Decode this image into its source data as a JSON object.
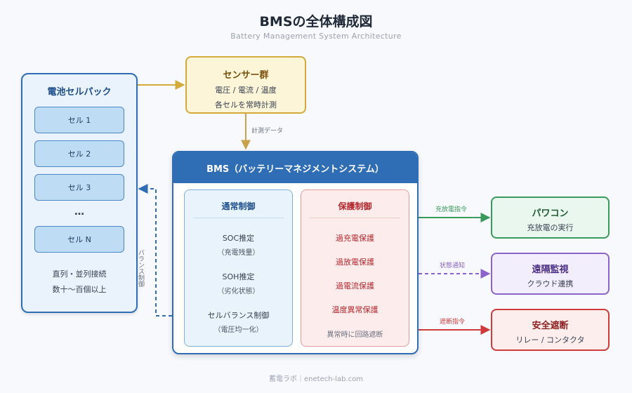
{
  "title": "BMSの全体構成図",
  "subtitle": "Battery Management System Architecture",
  "cell_pack": {
    "title": "電池セルパック",
    "cells": [
      "セル 1",
      "セル 2",
      "セル 3"
    ],
    "ellipsis": "…",
    "last_cell": "セル N",
    "notes": [
      "直列・並列接続",
      "数十〜百個以上"
    ]
  },
  "sensors": {
    "title": "センサー群",
    "lines": [
      "電圧 / 電流 / 温度",
      "各セルを常時計測"
    ]
  },
  "bms": {
    "title": "BMS（バッテリーマネジメントシステム）",
    "normal": {
      "title": "通常制御",
      "items": [
        {
          "label": "SOC推定",
          "sub": "（充電残量）"
        },
        {
          "label": "SOH推定",
          "sub": "（劣化状態）"
        },
        {
          "label": "セルバランス制御",
          "sub": "（電圧均一化）"
        }
      ]
    },
    "protection": {
      "title": "保護制御",
      "items": [
        "過充電保護",
        "過放電保護",
        "過電流保護",
        "温度異常保護"
      ],
      "note": "異常時に回路遮断"
    }
  },
  "targets": {
    "pcs": {
      "title": "パワコン",
      "sub": "充放電の実行"
    },
    "monitor": {
      "title": "遠隔監視",
      "sub": "クラウド連携"
    },
    "safety": {
      "title": "安全遮断",
      "sub": "リレー / コンタクタ"
    }
  },
  "connections": {
    "measurement": "計測データ",
    "balance": "バランス制御",
    "charge_cmd": "充放電指令",
    "status": "状態通知",
    "cutoff_cmd": "遮断指令"
  },
  "colors": {
    "bms_blue": "#2f6db5",
    "sensor_gold": "#d4aa3a",
    "pcs_green": "#3a9a5c",
    "monitor_purple": "#8b63c9",
    "safety_red": "#cf3b3b"
  },
  "footer": "蓄電ラボ｜enetech-lab.com"
}
